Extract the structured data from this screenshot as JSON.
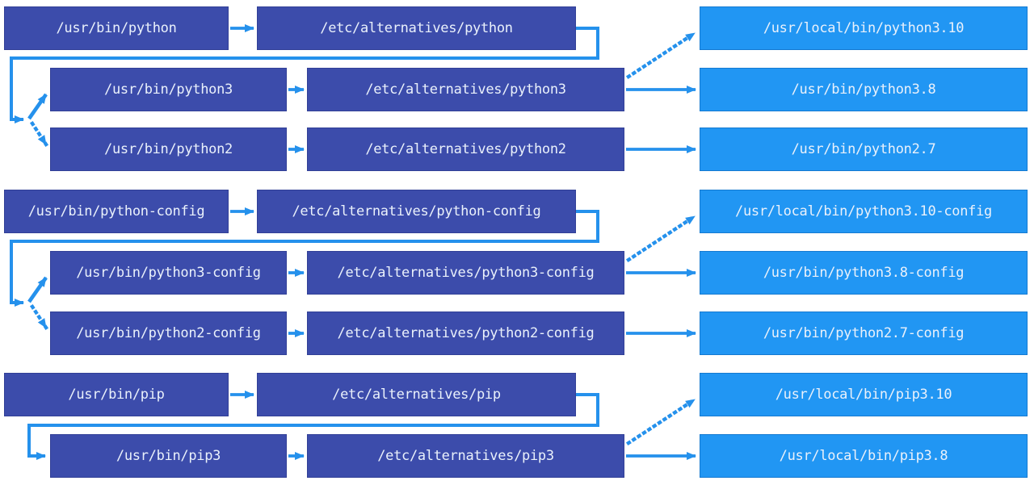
{
  "diagram": {
    "colors": {
      "symlink_box": "#3C4CAB",
      "target_box": "#2196F3",
      "arrow": "#2591EC",
      "text": "#EAF1FB"
    },
    "groups": [
      {
        "rows": [
          {
            "symlink": "/usr/bin/python",
            "alternative": "/etc/alternatives/python",
            "target": "/usr/local/bin/python3.10"
          },
          {
            "symlink": "/usr/bin/python3",
            "alternative": "/etc/alternatives/python3",
            "target": "/usr/bin/python3.8"
          },
          {
            "symlink": "/usr/bin/python2",
            "alternative": "/etc/alternatives/python2",
            "target": "/usr/bin/python2.7"
          }
        ],
        "links": [
          {
            "from": "/usr/bin/python",
            "to": "/etc/alternatives/python",
            "style": "solid"
          },
          {
            "from": "/etc/alternatives/python",
            "to": "/usr/bin/python3",
            "style": "solid"
          },
          {
            "from": "/etc/alternatives/python",
            "to": "/usr/bin/python2",
            "style": "dotted"
          },
          {
            "from": "/usr/bin/python3",
            "to": "/etc/alternatives/python3",
            "style": "solid"
          },
          {
            "from": "/etc/alternatives/python3",
            "to": "/usr/local/bin/python3.10",
            "style": "dotted"
          },
          {
            "from": "/etc/alternatives/python3",
            "to": "/usr/bin/python3.8",
            "style": "solid"
          },
          {
            "from": "/usr/bin/python2",
            "to": "/etc/alternatives/python2",
            "style": "solid"
          },
          {
            "from": "/etc/alternatives/python2",
            "to": "/usr/bin/python2.7",
            "style": "solid"
          }
        ]
      },
      {
        "rows": [
          {
            "symlink": "/usr/bin/python-config",
            "alternative": "/etc/alternatives/python-config",
            "target": "/usr/local/bin/python3.10-config"
          },
          {
            "symlink": "/usr/bin/python3-config",
            "alternative": "/etc/alternatives/python3-config",
            "target": "/usr/bin/python3.8-config"
          },
          {
            "symlink": "/usr/bin/python2-config",
            "alternative": "/etc/alternatives/python2-config",
            "target": "/usr/bin/python2.7-config"
          }
        ],
        "links": [
          {
            "from": "/usr/bin/python-config",
            "to": "/etc/alternatives/python-config",
            "style": "solid"
          },
          {
            "from": "/etc/alternatives/python-config",
            "to": "/usr/bin/python3-config",
            "style": "solid"
          },
          {
            "from": "/etc/alternatives/python-config",
            "to": "/usr/bin/python2-config",
            "style": "dotted"
          },
          {
            "from": "/usr/bin/python3-config",
            "to": "/etc/alternatives/python3-config",
            "style": "solid"
          },
          {
            "from": "/etc/alternatives/python3-config",
            "to": "/usr/local/bin/python3.10-config",
            "style": "dotted"
          },
          {
            "from": "/etc/alternatives/python3-config",
            "to": "/usr/bin/python3.8-config",
            "style": "solid"
          },
          {
            "from": "/usr/bin/python2-config",
            "to": "/etc/alternatives/python2-config",
            "style": "solid"
          },
          {
            "from": "/etc/alternatives/python2-config",
            "to": "/usr/bin/python2.7-config",
            "style": "solid"
          }
        ]
      },
      {
        "rows": [
          {
            "symlink": "/usr/bin/pip",
            "alternative": "/etc/alternatives/pip",
            "target": "/usr/local/bin/pip3.10"
          },
          {
            "symlink": "/usr/bin/pip3",
            "alternative": "/etc/alternatives/pip3",
            "target": "/usr/local/bin/pip3.8"
          }
        ],
        "links": [
          {
            "from": "/usr/bin/pip",
            "to": "/etc/alternatives/pip",
            "style": "solid"
          },
          {
            "from": "/etc/alternatives/pip",
            "to": "/usr/bin/pip3",
            "style": "solid"
          },
          {
            "from": "/usr/bin/pip3",
            "to": "/etc/alternatives/pip3",
            "style": "solid"
          },
          {
            "from": "/etc/alternatives/pip3",
            "to": "/usr/local/bin/pip3.10",
            "style": "dotted"
          },
          {
            "from": "/etc/alternatives/pip3",
            "to": "/usr/local/bin/pip3.8",
            "style": "solid"
          }
        ]
      }
    ]
  }
}
